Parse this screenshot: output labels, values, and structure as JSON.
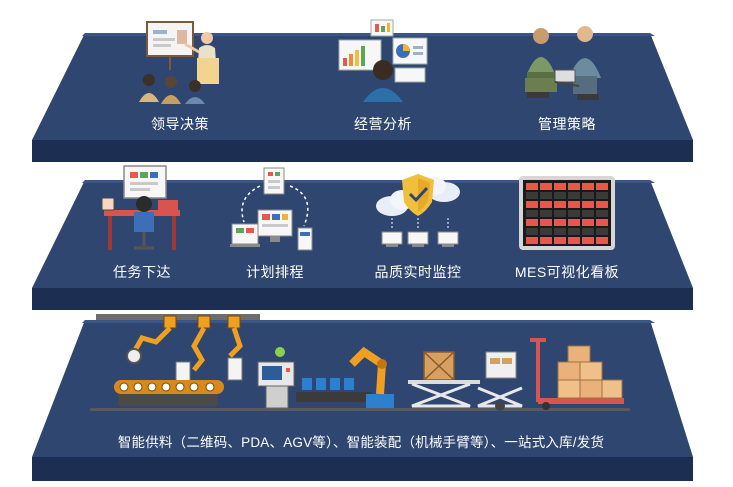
{
  "tiers": [
    {
      "id": "top",
      "items": [
        {
          "label": "领导决策",
          "icon": "presentation-meeting-icon"
        },
        {
          "label": "经营分析",
          "icon": "analytics-dashboard-icon"
        },
        {
          "label": "管理策略",
          "icon": "business-discussion-icon"
        }
      ]
    },
    {
      "id": "middle",
      "items": [
        {
          "label": "任务下达",
          "icon": "desk-workstation-icon"
        },
        {
          "label": "计划排程",
          "icon": "devices-network-icon"
        },
        {
          "label": "品质实时监控",
          "icon": "cloud-shield-monitor-icon"
        },
        {
          "label": "MES可视化看板",
          "icon": "kanban-board-icon"
        }
      ]
    },
    {
      "id": "bottom",
      "items": [
        {
          "label": "智能供料（二维码、PDA、AGV等）、智能装配（机械手臂等）、一站式入库/发货",
          "icon": "factory-automation-icon"
        }
      ]
    }
  ],
  "colors": {
    "panel_top": "#2f4770",
    "panel_edge": "#1f3357",
    "panel_shadow": "#162744",
    "text": "#ffffff"
  }
}
